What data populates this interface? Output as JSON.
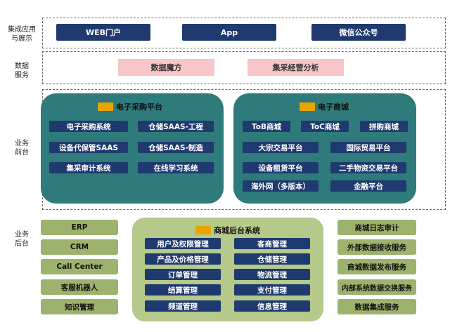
{
  "layers": {
    "integration": "集成应用\n与展示",
    "data_services": "数据\n服务",
    "business_front": "业务\n前台",
    "business_back": "业务\n后台"
  },
  "integration_apps": [
    "WEB门户",
    "App",
    "微信公众号"
  ],
  "data_service_items": [
    "数据魔方",
    "集采经营分析"
  ],
  "procurement_platform": {
    "title": "电子采购平台",
    "items": [
      "电子采购系统",
      "仓储SAAS-工程",
      "设备代保管SAAS",
      "仓储SAAS-制造",
      "集采审计系统",
      "在线学习系统"
    ]
  },
  "ecommerce": {
    "title": "电子商城",
    "items": [
      "ToB商城",
      "ToC商城",
      "拼购商城",
      "大宗交易平台",
      "国际贸易平台",
      "设备租赁平台",
      "二手物资交易平台",
      "海外网（多版本）",
      "金融平台"
    ]
  },
  "back_left": [
    "ERP",
    "CRM",
    "Call Center",
    "客服机器人",
    "知识管理"
  ],
  "mall_backend": {
    "title": "商城后台系统",
    "items": [
      "用户及权限管理",
      "客商管理",
      "产品及价格管理",
      "仓储管理",
      "订单管理",
      "物流管理",
      "结算管理",
      "支付管理",
      "频道管理",
      "信息管理"
    ]
  },
  "back_right": [
    "商城日志审计",
    "外部数据接收服务",
    "商城数据发布服务",
    "内部系统数据交换服务",
    "数据集成服务"
  ],
  "colors": {
    "navy": "#1f3a6e",
    "teal": "#2f7a7a",
    "olive": "#9eb36c",
    "pink": "#f6c6c9",
    "marker": "#e8a400"
  }
}
